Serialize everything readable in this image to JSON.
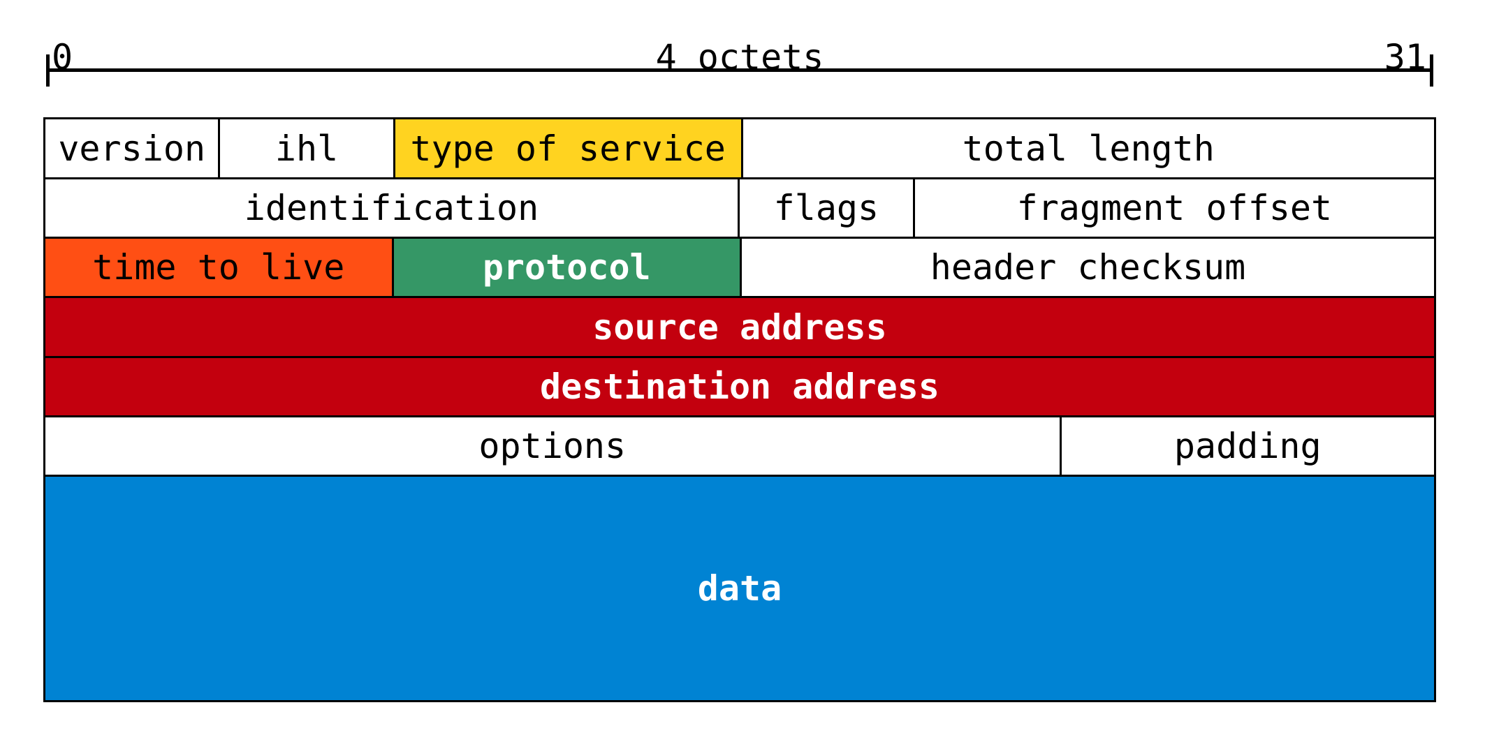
{
  "ruler": {
    "start": "0",
    "middle": "4 octets",
    "end": "31"
  },
  "colors": {
    "yellow": "#FFD320",
    "orange": "#FF4F14",
    "green": "#359766",
    "red": "#C3000E",
    "blue": "#0083D3",
    "white": "#FFFFFF"
  },
  "rows": [
    {
      "fields": [
        {
          "label": "version",
          "bits": 4
        },
        {
          "label": "ihl",
          "bits": 4
        },
        {
          "label": "type of service",
          "bits": 8,
          "color": "yellow"
        },
        {
          "label": "total length",
          "bits": 16
        }
      ]
    },
    {
      "fields": [
        {
          "label": "identification",
          "bits": 16
        },
        {
          "label": "flags",
          "bits": 4
        },
        {
          "label": "fragment offset",
          "bits": 12
        }
      ]
    },
    {
      "fields": [
        {
          "label": "time to live",
          "bits": 8,
          "color": "orange"
        },
        {
          "label": "protocol",
          "bits": 8,
          "color": "green",
          "bold": true
        },
        {
          "label": "header checksum",
          "bits": 16
        }
      ]
    },
    {
      "fields": [
        {
          "label": "source address",
          "bits": 32,
          "color": "red",
          "bold": true
        }
      ]
    },
    {
      "fields": [
        {
          "label": "destination address",
          "bits": 32,
          "color": "red",
          "bold": true
        }
      ]
    },
    {
      "fields": [
        {
          "label": "options",
          "bits": 23.4
        },
        {
          "label": "padding",
          "bits": 8.6
        }
      ]
    },
    {
      "fields": [
        {
          "label": "data",
          "bits": 32,
          "color": "blue",
          "bold": true
        }
      ]
    }
  ]
}
